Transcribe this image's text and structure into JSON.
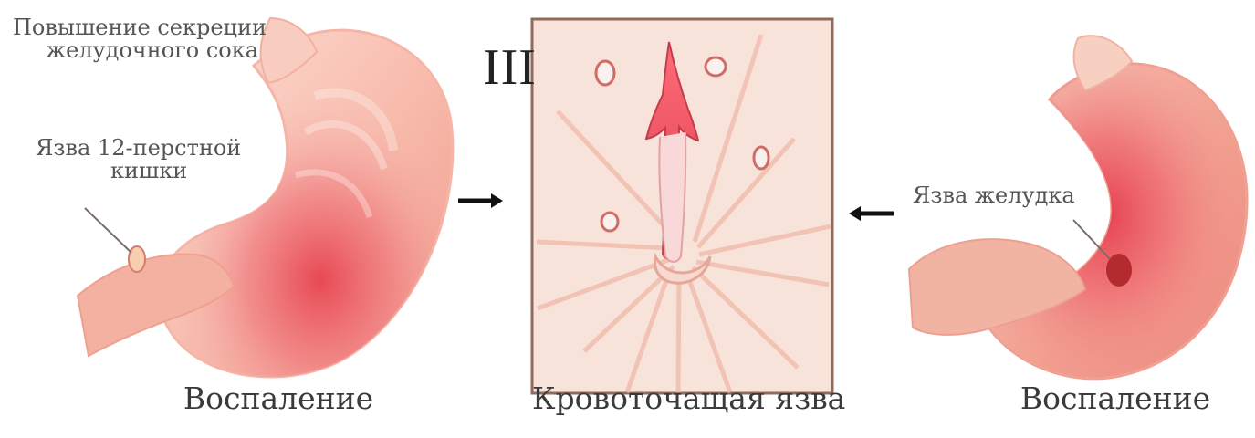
{
  "labels": {
    "left_top": [
      "Повышение секреции",
      "желудочного сока"
    ],
    "left_ulcer": [
      "Язва 12-перстной",
      "кишки"
    ],
    "right_ulcer": "Язва желудка",
    "roman": "III"
  },
  "captions": {
    "left": "Воспаление",
    "center": "Кровоточащая язва",
    "right": "Воспаление"
  },
  "arrows": {
    "left": "→",
    "right": "←"
  },
  "colors": {
    "tissue_light": "#f6c6b5",
    "tissue_mid": "#ee8d7c",
    "inflammation": "#e8454d",
    "ulcer_dark": "#b32a2f",
    "panel_bg": "#f7e3da",
    "panel_border": "#8f6b5b"
  }
}
